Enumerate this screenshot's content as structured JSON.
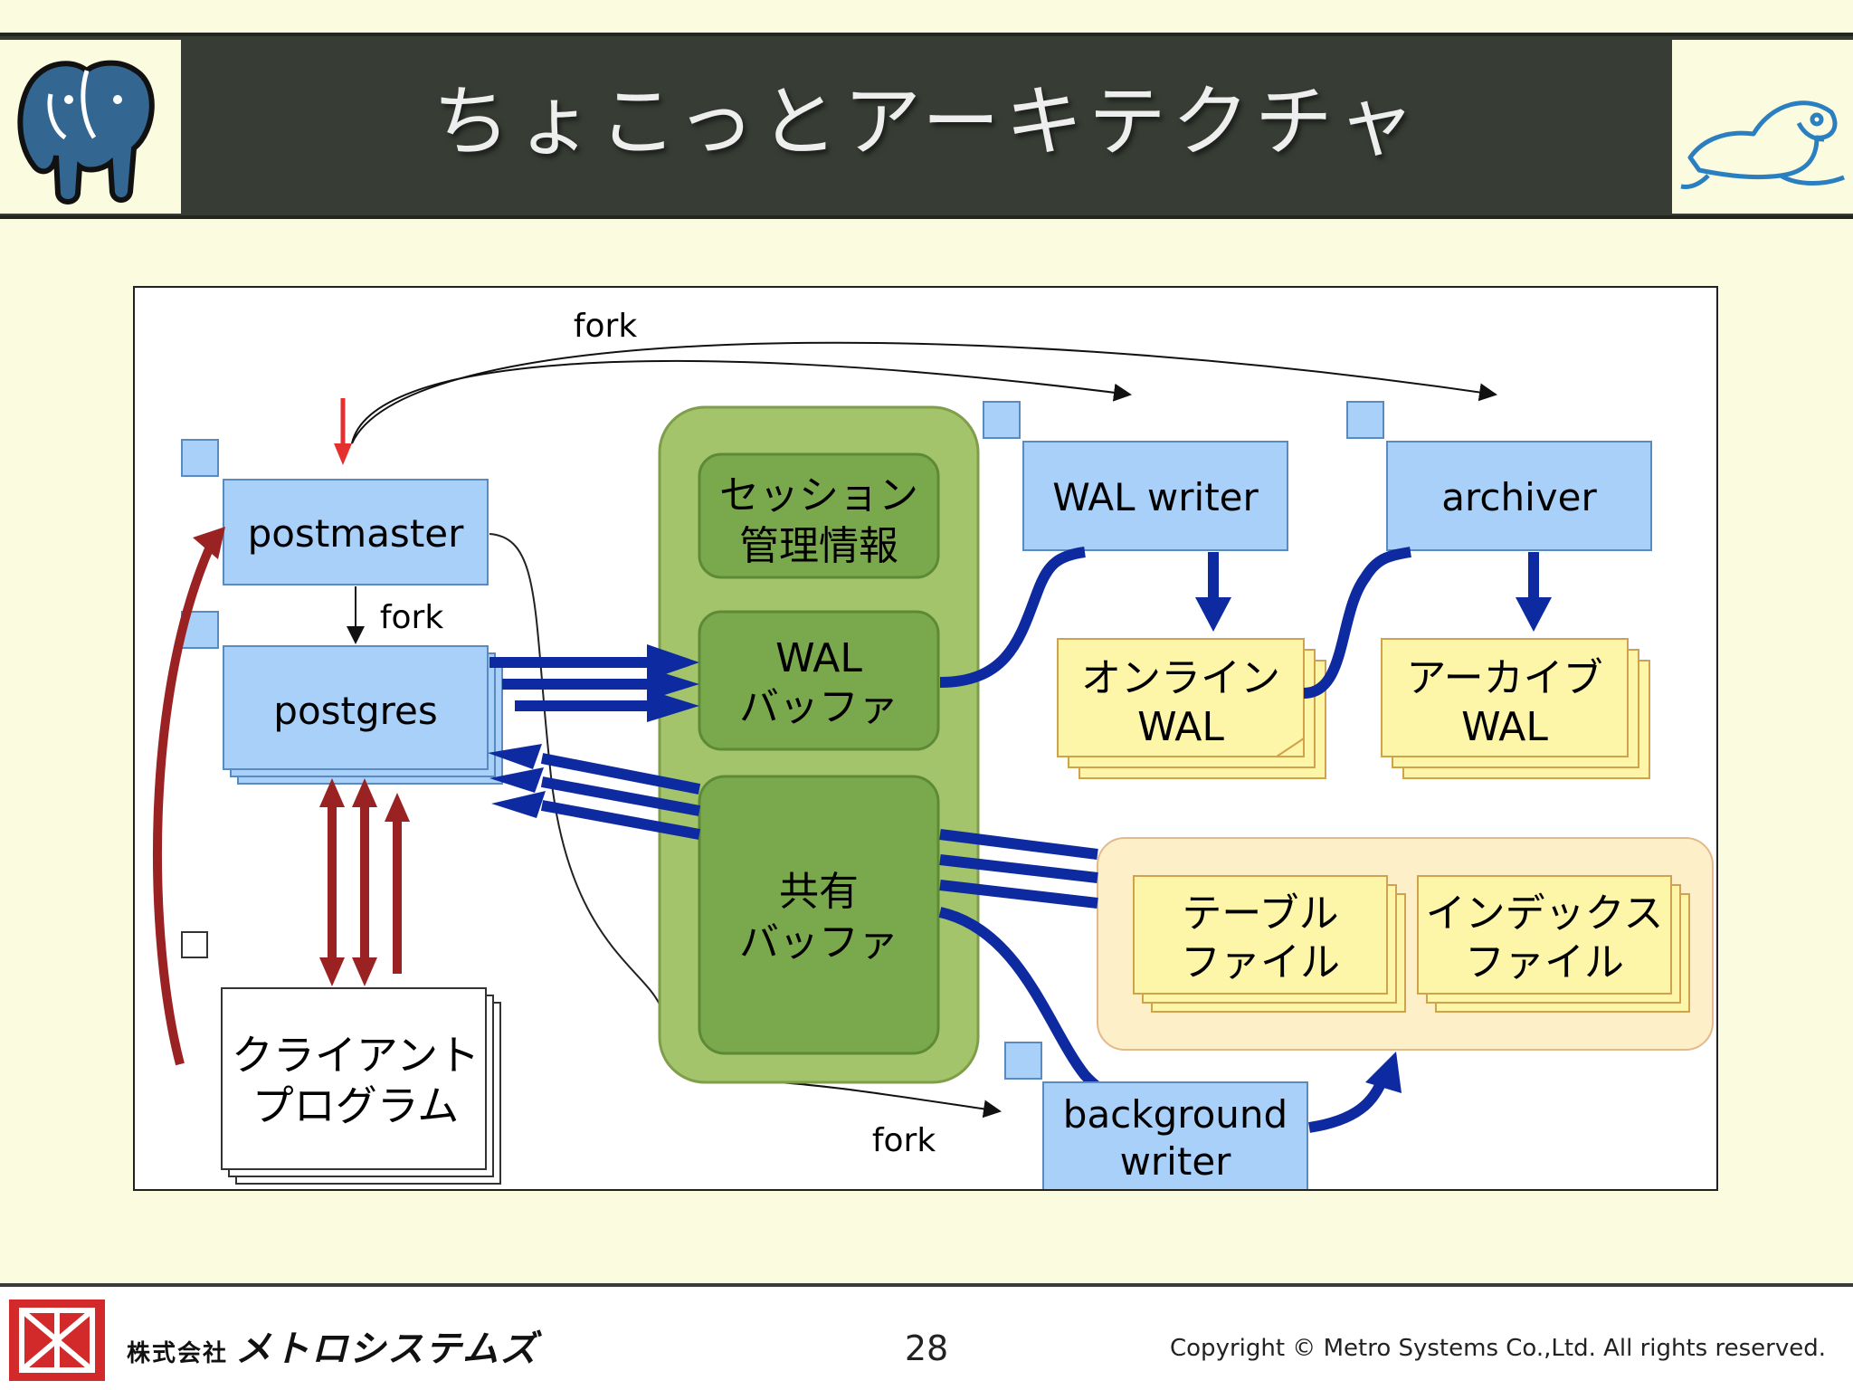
{
  "slide": {
    "title": "ちょこっとアーキテクチャ",
    "page_number": "28",
    "copyright": "Copyright © Metro Systems Co.,Ltd. All rights reserved.",
    "company_prefix": "株式会社",
    "company_name": "メトロシステムズ"
  },
  "diagram": {
    "fork_top": "fork",
    "fork_mid": "fork",
    "fork_bottom": "fork",
    "postmaster": "postmaster",
    "postgres": "postgres",
    "client_line1": "クライアント",
    "client_line2": "プログラム",
    "session_line1": "セッション",
    "session_line2": "管理情報",
    "walbuf_line1": "WAL",
    "walbuf_line2": "バッファ",
    "shared_line1": "共有",
    "shared_line2": "バッファ",
    "wal_writer": "WAL writer",
    "archiver": "archiver",
    "online_line1": "オンライン",
    "online_line2": "WAL",
    "archive_line1": "アーカイブ",
    "archive_line2": "WAL",
    "table_line1": "テーブル",
    "table_line2": "ファイル",
    "index_line1": "インデックス",
    "index_line2": "ファイル",
    "bgw_line1": "background",
    "bgw_line2": "writer"
  },
  "colors": {
    "header": "#373d34",
    "background": "#fbfbdf",
    "process_box": "#a8d0f8",
    "memory_outer": "#a3c46a",
    "memory_inner": "#7aa94d",
    "file_note": "#fdf5a8",
    "arrow_blue": "#0e2aa0",
    "arrow_red": "#9b2222"
  },
  "icons": [
    "postgresql-elephant-logo",
    "slony-elephant-logo",
    "metro-systems-logo"
  ]
}
